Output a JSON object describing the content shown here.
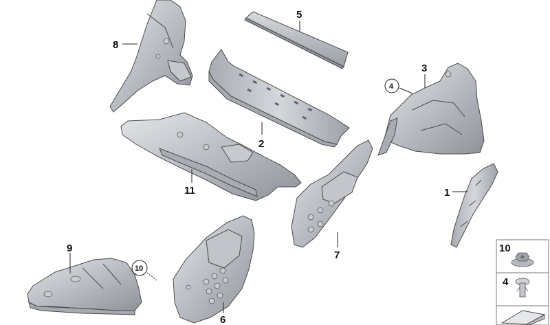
{
  "colors": {
    "part_fill": "#b9bcc2",
    "part_light": "#dcdee2",
    "part_dark": "#8d9097",
    "line": "#222222"
  },
  "callouts": {
    "p1": "1",
    "p2": "2",
    "p3": "3",
    "p4_circle": "4",
    "p5": "5",
    "p6": "6",
    "p7": "7",
    "p8": "8",
    "p9": "9",
    "p10_circle": "10",
    "p11": "11"
  },
  "legend": {
    "items": [
      {
        "number": "10",
        "icon": "nut-icon"
      },
      {
        "number": "4",
        "icon": "clip-icon"
      }
    ],
    "footer_icon": "shim-icon"
  }
}
